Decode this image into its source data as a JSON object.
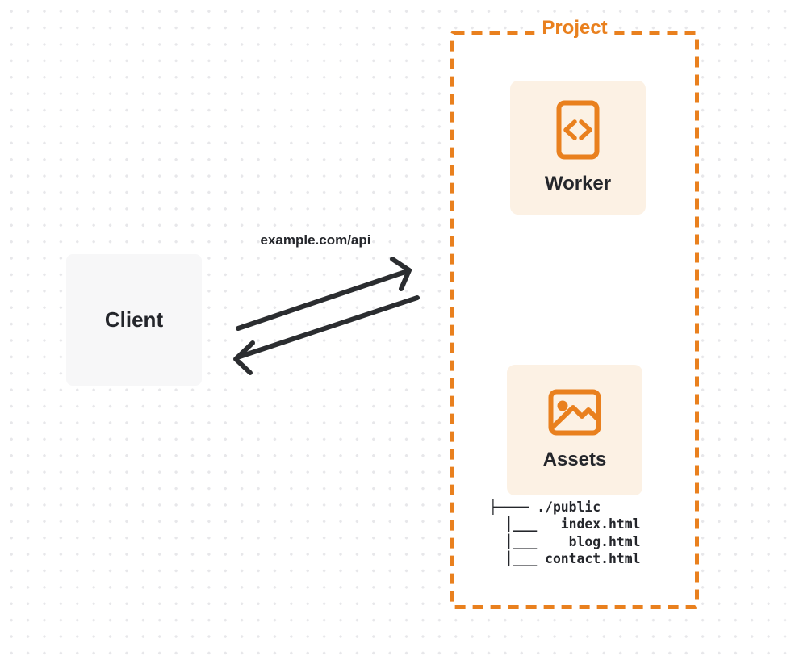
{
  "colors": {
    "orange": "#E9801E",
    "peach": "#FCF1E4",
    "card-gray": "#F7F7F8",
    "ink": "#24262B",
    "arrow": "#2B2D30",
    "dot": "#E7E7EA"
  },
  "client": {
    "label": "Client"
  },
  "request": {
    "label": "example.com/api"
  },
  "project": {
    "label": "Project",
    "worker": {
      "label": "Worker",
      "icon": "code-file-icon"
    },
    "assets": {
      "label": "Assets",
      "icon": "image-icon"
    },
    "file_tree": {
      "root": "./public",
      "files": [
        "index.html",
        "blog.html",
        "contact.html"
      ],
      "ascii": "├──── ./public\n  │___   index.html\n  │___    blog.html\n  │___ contact.html"
    }
  }
}
